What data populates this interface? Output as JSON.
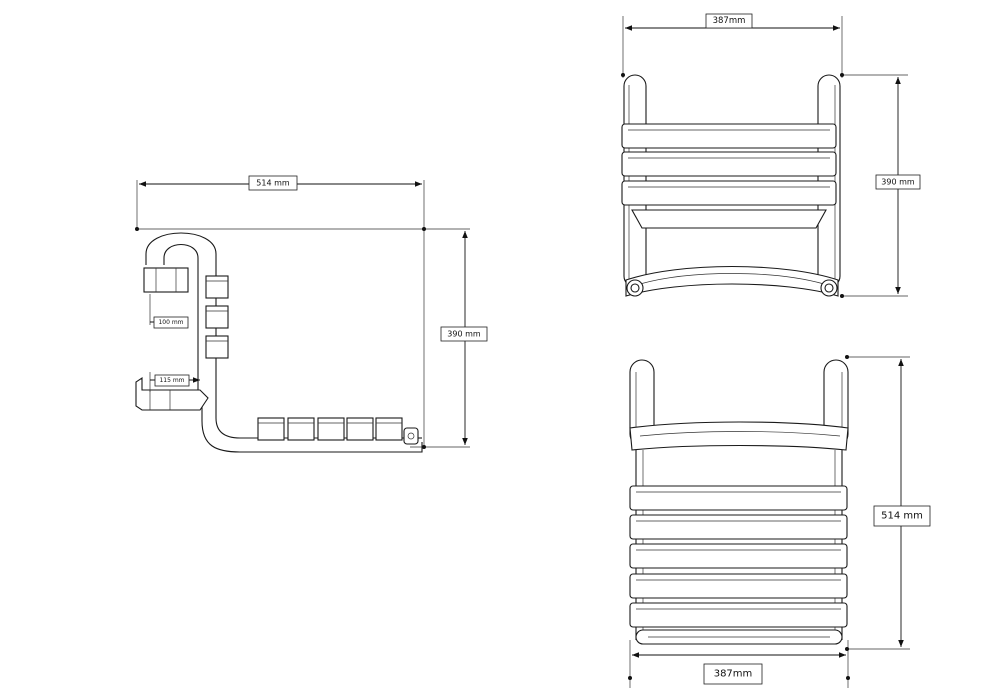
{
  "dimensions": {
    "side_width": "514 mm",
    "side_height": "390 mm",
    "side_detail_upper": "100 mm",
    "side_detail_lower": "115 mm",
    "top_width": "387mm",
    "top_depth": "390 mm",
    "front_height": "514 mm",
    "front_width": "387mm"
  }
}
